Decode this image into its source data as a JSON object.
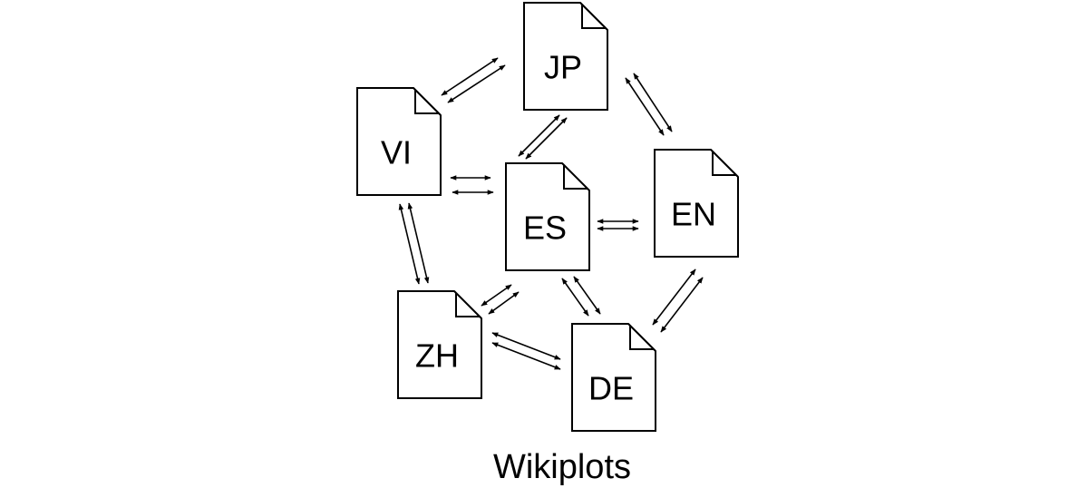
{
  "title": "Wikiplots",
  "nodes": [
    {
      "id": "JP",
      "label": "JP"
    },
    {
      "id": "VI",
      "label": "VI"
    },
    {
      "id": "ES",
      "label": "ES"
    },
    {
      "id": "EN",
      "label": "EN"
    },
    {
      "id": "ZH",
      "label": "ZH"
    },
    {
      "id": "DE",
      "label": "DE"
    }
  ],
  "edges": [
    {
      "from": "VI",
      "to": "JP",
      "type": "bidirectional-pair"
    },
    {
      "from": "JP",
      "to": "ES",
      "type": "bidirectional-pair"
    },
    {
      "from": "JP",
      "to": "EN",
      "type": "bidirectional-pair"
    },
    {
      "from": "VI",
      "to": "ES",
      "type": "bidirectional-pair"
    },
    {
      "from": "ES",
      "to": "EN",
      "type": "bidirectional-pair"
    },
    {
      "from": "VI",
      "to": "ZH",
      "type": "bidirectional-pair"
    },
    {
      "from": "ES",
      "to": "ZH",
      "type": "bidirectional-pair"
    },
    {
      "from": "ES",
      "to": "DE",
      "type": "bidirectional-pair"
    },
    {
      "from": "EN",
      "to": "DE",
      "type": "bidirectional-pair"
    },
    {
      "from": "ZH",
      "to": "DE",
      "type": "bidirectional-pair"
    }
  ]
}
